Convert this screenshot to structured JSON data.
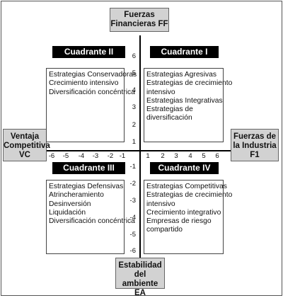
{
  "axes": {
    "top": [
      "Fuerzas",
      "Financieras FF"
    ],
    "bottom": [
      "Estabilidad",
      "del ambiente",
      "EA"
    ],
    "left": [
      "Ventaja",
      "Competitiva",
      "VC"
    ],
    "right": [
      "Fuerzas de",
      "la Industria",
      "F1"
    ]
  },
  "quadrants": [
    {
      "title": "Cuadrante II",
      "items": [
        "Estrategias Conservadoras",
        "Crecimiento intensivo",
        "Diversificación concéntrica"
      ]
    },
    {
      "title": "Cuadrante I",
      "items": [
        "Estrategias Agresivas",
        "Estrategias de crecimiento",
        "intensivo",
        "Estrategias Integrativas",
        "Estrategias de",
        "diversificación"
      ]
    },
    {
      "title": "Cuadrante III",
      "items": [
        "Estrategias Defensivas",
        "Atrincheramiento",
        "Desinversión",
        "Liquidación",
        "Diversificación concéntrica"
      ]
    },
    {
      "title": "Cuadrante IV",
      "items": [
        "Estrategias Competitivas",
        "Estrategias de crecimiento",
        "intensivo",
        "Crecimiento integrativo",
        "Empresas de riesgo",
        "compartido"
      ]
    }
  ],
  "ticks": {
    "x_negative": [
      "-6",
      "-5",
      "-4",
      "-3",
      "-2",
      "-1"
    ],
    "x_positive": [
      "1",
      "2",
      "3",
      "4",
      "5",
      "6"
    ],
    "y_positive": [
      "6",
      "5",
      "4",
      "3",
      "2",
      "1"
    ],
    "y_negative": [
      "-1",
      "-2",
      "-3",
      "-4",
      "-5",
      "-6"
    ]
  }
}
